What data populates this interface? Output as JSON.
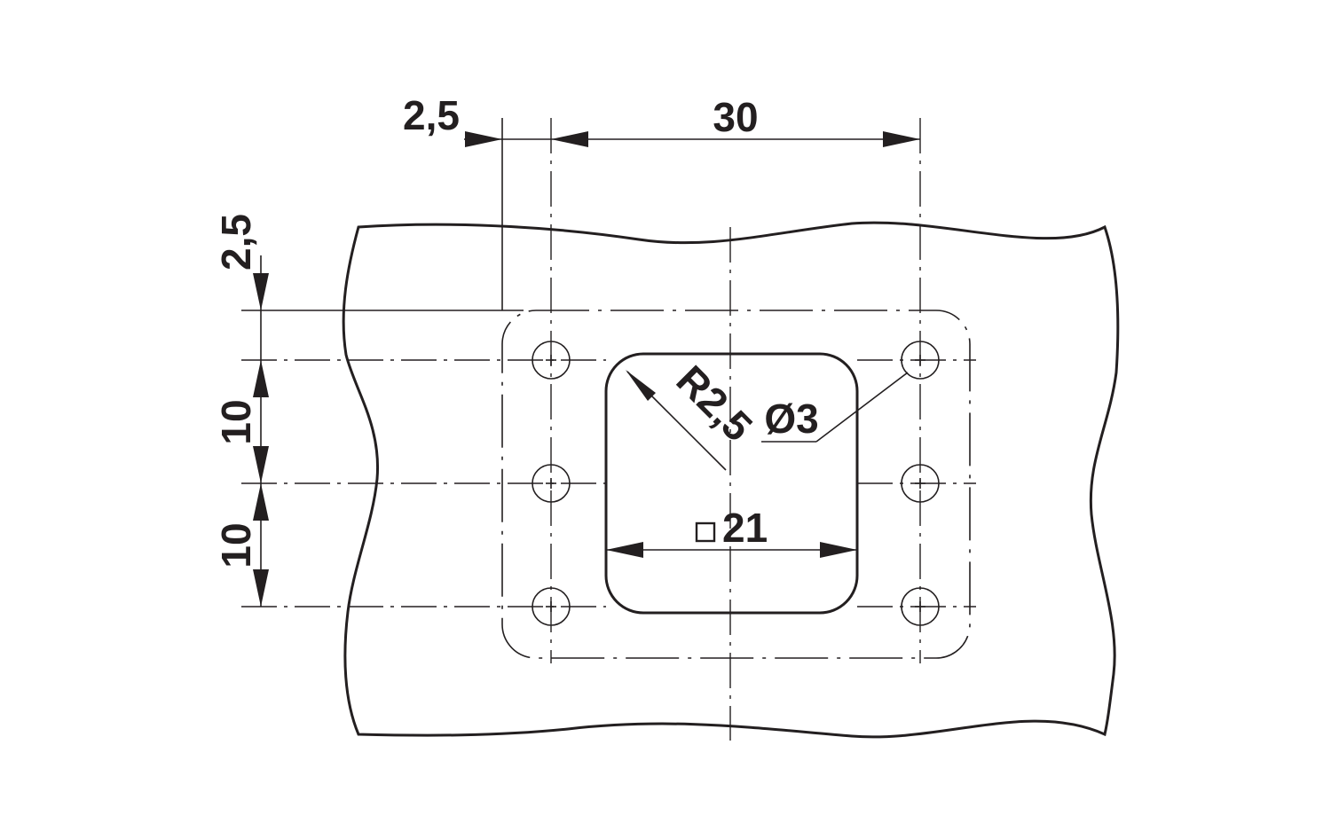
{
  "drawing": {
    "dimensions": {
      "top_offset": "2,5",
      "top_span": "30",
      "left_offset": "2,5",
      "left_upper": "10",
      "left_lower": "10",
      "radius": "R2,5",
      "hole_diameter": "Ø3",
      "cutout": "21"
    },
    "colors": {
      "ink": "#231f20",
      "background": "#ffffff"
    }
  }
}
